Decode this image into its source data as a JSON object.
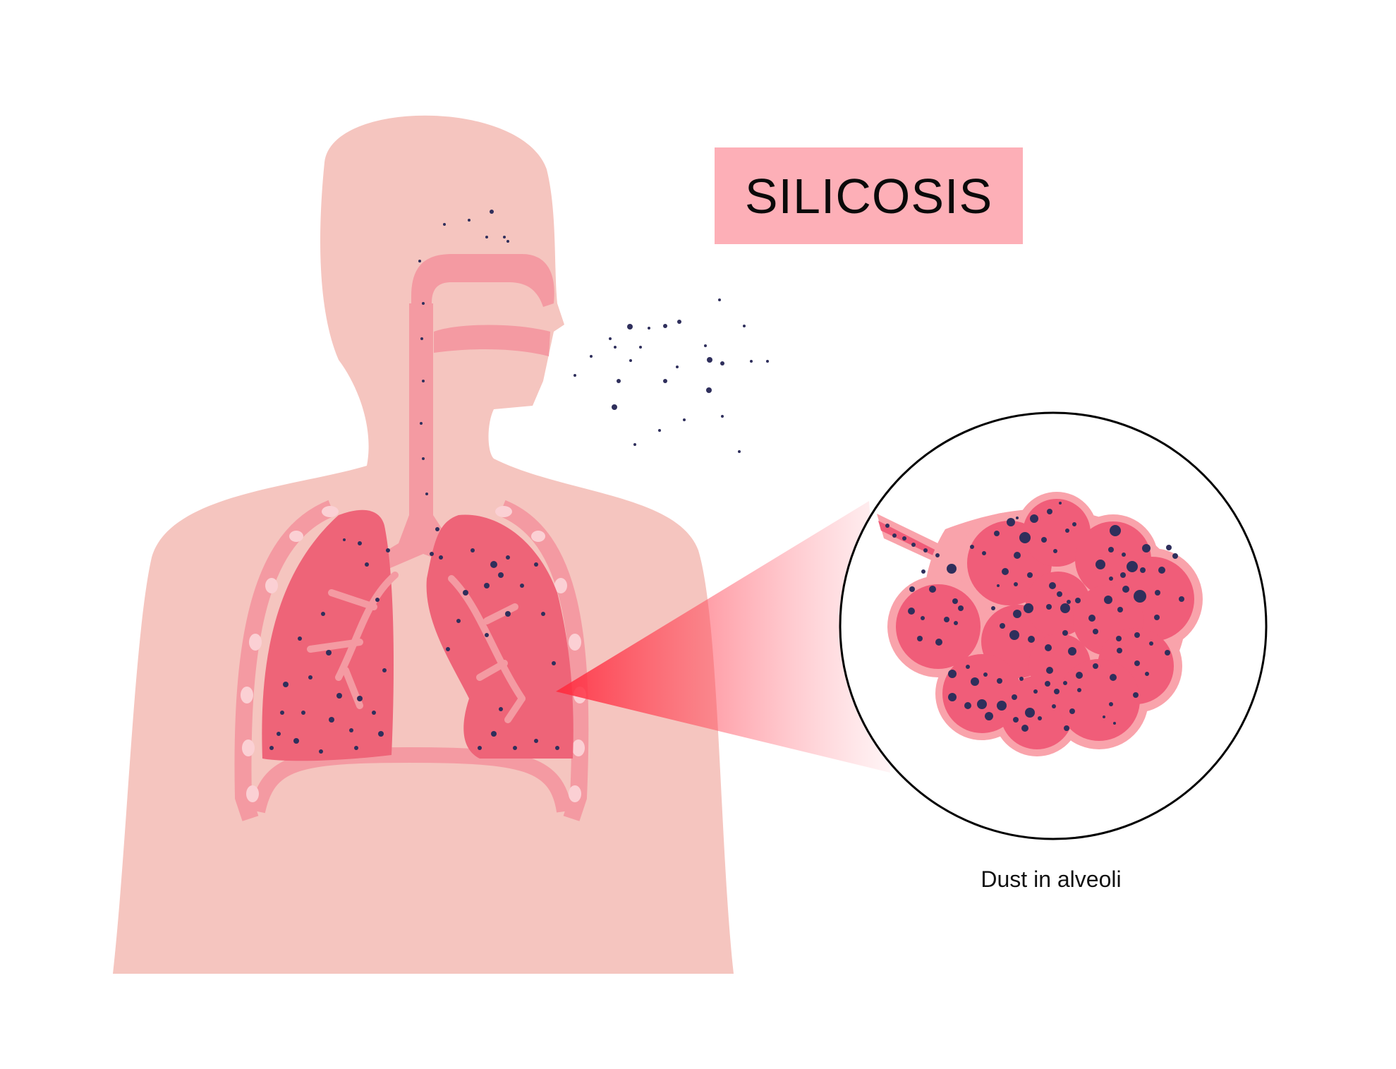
{
  "title": "SILICOSIS",
  "caption": "Dust in alveoli",
  "colors": {
    "background": "#ffffff",
    "body": "#f5c5bf",
    "airway": "#f49aa2",
    "lung": "#ee6478",
    "pleura": "#f49aa2",
    "rib_spots": "#fbd0d4",
    "alveolus_outer": "#f9a3ab",
    "alveolus_inner": "#f05d79",
    "dust": "#2f2f5c",
    "title_box": "#fdafb7",
    "zoom_beam": "#ff3b4c",
    "lens_border": "#000000"
  },
  "labels": {
    "body_figure": "human upper body silhouette",
    "lens": "magnified alveoli view"
  }
}
